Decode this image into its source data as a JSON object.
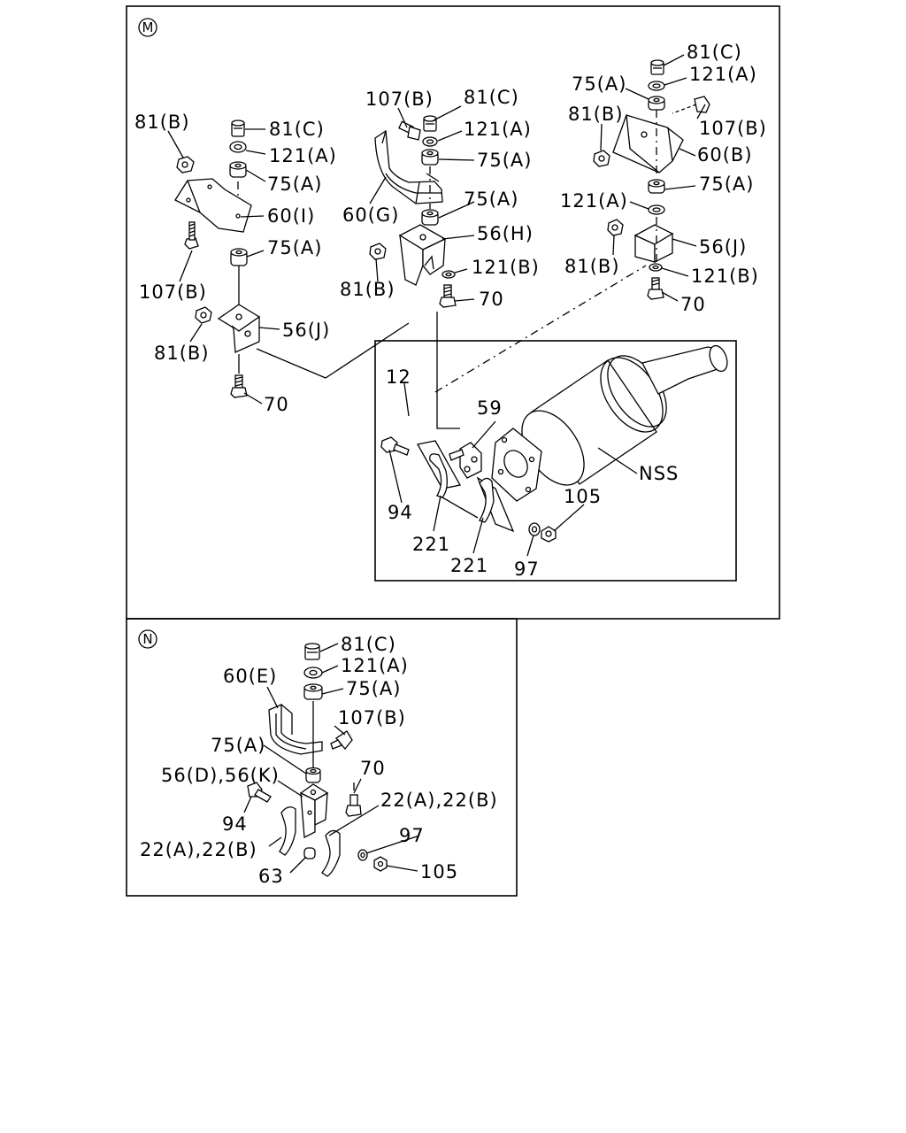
{
  "panels": {
    "m": {
      "marker": "M"
    },
    "n": {
      "marker": "N"
    }
  },
  "labels_m": {
    "l81c_left": "81(C)",
    "l81b_left": "81(B)",
    "l121a_left": "121(A)",
    "l75a_left_top": "75(A)",
    "l60i": "60(I)",
    "l75a_left_mid": "75(A)",
    "l107b_left": "107(B)",
    "l56j_left": "56(J)",
    "l81b_left_low": "81(B)",
    "l70_left": "70",
    "l107b_mid": "107(B)",
    "l81c_mid": "81(C)",
    "l121a_mid": "121(A)",
    "l75a_mid_top": "75(A)",
    "l75a_mid_low": "75(A)",
    "l60g": "60(G)",
    "l56h": "56(H)",
    "l81b_mid": "81(B)",
    "l121b_mid": "121(B)",
    "l70_mid": "70",
    "l81c_right": "81(C)",
    "l121a_right_top": "121(A)",
    "l75a_right_top": "75(A)",
    "l81b_right_top": "81(B)",
    "l107b_right": "107(B)",
    "l60b": "60(B)",
    "l75a_right_low": "75(A)",
    "l121a_right_low": "121(A)",
    "l56j_right": "56(J)",
    "l81b_right_low": "81(B)",
    "l121b_right": "121(B)",
    "l70_right": "70",
    "l12": "12",
    "l59": "59",
    "lnss": "NSS",
    "l94": "94",
    "l105": "105",
    "l221a": "221",
    "l221b": "221",
    "l97": "97"
  },
  "labels_n": {
    "l81c": "81(C)",
    "l121a": "121(A)",
    "l60e": "60(E)",
    "l75a_top": "75(A)",
    "l107b": "107(B)",
    "l75a_mid": "75(A)",
    "l56dk": "56(D),56(K)",
    "l70": "70",
    "l22ab_right": "22(A),22(B)",
    "l94": "94",
    "l97": "97",
    "l22ab_left": "22(A),22(B)",
    "l63": "63",
    "l105": "105"
  }
}
